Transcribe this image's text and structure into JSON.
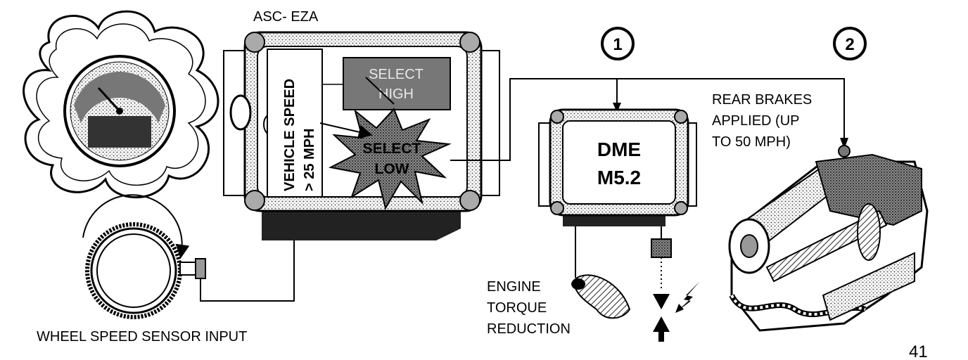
{
  "labels": {
    "module_title": "ASC- EZA",
    "vehicle_speed_line1": "VEHICLE SPEED",
    "vehicle_speed_line2": "> 25 MPH",
    "select_high_line1": "SELECT",
    "select_high_line2": "HIGH",
    "select_low_line1": "SELECT",
    "select_low_line2": "LOW",
    "dme_line1": "DME",
    "dme_line2": "M5.2",
    "callout_1": "1",
    "callout_2": "2",
    "rear_brakes_line1": "REAR BRAKES",
    "rear_brakes_line2": "APPLIED (UP",
    "rear_brakes_line3": "TO 50 MPH)",
    "engine_torque_line1": "ENGINE",
    "engine_torque_line2": "TORQUE",
    "engine_torque_line3": "REDUCTION",
    "wheel_speed_sensor": "WHEEL SPEED SENSOR INPUT",
    "page_number": "41"
  }
}
